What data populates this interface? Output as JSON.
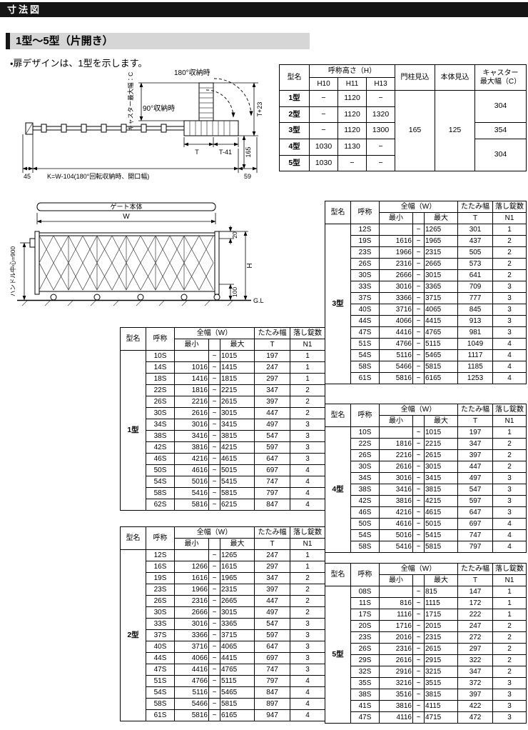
{
  "page": {
    "title": "寸法図",
    "subtitle": "1型～5型（片開き）",
    "note": "・扉デザインは、1型を示します。"
  },
  "spec_table": {
    "headers": {
      "model": "型名",
      "height_group": "呼称高さ（H）",
      "h10": "H10",
      "h11": "H11",
      "h13": "H13",
      "post_depth": "門柱見込",
      "body_depth": "本体見込",
      "caster_width": "キャスター\n最大幅（C）"
    },
    "rows": [
      {
        "model": "1型",
        "h10": "−",
        "h11": "1120",
        "h13": "−"
      },
      {
        "model": "2型",
        "h10": "−",
        "h11": "1120",
        "h13": "1320"
      },
      {
        "model": "3型",
        "h10": "−",
        "h11": "1120",
        "h13": "1300"
      },
      {
        "model": "4型",
        "h10": "1030",
        "h11": "1130",
        "h13": "−"
      },
      {
        "model": "5型",
        "h10": "1030",
        "h11": "−",
        "h13": "−"
      }
    ],
    "post_depth": "165",
    "body_depth": "125",
    "caster_widths": [
      {
        "value": "304"
      },
      {
        "value": "354"
      },
      {
        "value": "304"
      }
    ]
  },
  "diagram_plan": {
    "rot180": "180°収納時",
    "rot90": "90°収納時",
    "caster_max": "キャスター最大幅：C",
    "t_plus_23": "T+23",
    "d165": "165",
    "t": "T",
    "t_minus_41": "T-41",
    "d59": "59",
    "d45": "45",
    "k_formula": "K=W-104(180°回転収納時、開口幅)"
  },
  "diagram_front": {
    "gate_body": "ゲート本体",
    "w": "W",
    "d20": "20",
    "h": "H",
    "d100": "100",
    "gl": "G.L",
    "handle_center": "ハンドル中心=900"
  },
  "size_table_headers": {
    "model": "型名",
    "name": "呼称",
    "width_group": "全幅（W）",
    "min": "最小",
    "max": "最大",
    "tilde": "~",
    "fold_width": "たたみ幅",
    "t": "T",
    "lock_count": "落し錠数",
    "n1": "N1"
  },
  "size_tables": [
    {
      "model": "1型",
      "rows": [
        [
          "10S",
          "",
          "1015",
          "197",
          "1"
        ],
        [
          "14S",
          "1016",
          "1415",
          "247",
          "1"
        ],
        [
          "18S",
          "1416",
          "1815",
          "297",
          "1"
        ],
        [
          "22S",
          "1816",
          "2215",
          "347",
          "2"
        ],
        [
          "26S",
          "2216",
          "2615",
          "397",
          "2"
        ],
        [
          "30S",
          "2616",
          "3015",
          "447",
          "2"
        ],
        [
          "34S",
          "3016",
          "3415",
          "497",
          "3"
        ],
        [
          "38S",
          "3416",
          "3815",
          "547",
          "3"
        ],
        [
          "42S",
          "3816",
          "4215",
          "597",
          "3"
        ],
        [
          "46S",
          "4216",
          "4615",
          "647",
          "3"
        ],
        [
          "50S",
          "4616",
          "5015",
          "697",
          "4"
        ],
        [
          "54S",
          "5016",
          "5415",
          "747",
          "4"
        ],
        [
          "58S",
          "5416",
          "5815",
          "797",
          "4"
        ],
        [
          "62S",
          "5816",
          "6215",
          "847",
          "4"
        ]
      ]
    },
    {
      "model": "2型",
      "rows": [
        [
          "12S",
          "",
          "1265",
          "247",
          "1"
        ],
        [
          "16S",
          "1266",
          "1615",
          "297",
          "1"
        ],
        [
          "19S",
          "1616",
          "1965",
          "347",
          "2"
        ],
        [
          "23S",
          "1966",
          "2315",
          "397",
          "2"
        ],
        [
          "26S",
          "2316",
          "2665",
          "447",
          "2"
        ],
        [
          "30S",
          "2666",
          "3015",
          "497",
          "2"
        ],
        [
          "33S",
          "3016",
          "3365",
          "547",
          "3"
        ],
        [
          "37S",
          "3366",
          "3715",
          "597",
          "3"
        ],
        [
          "40S",
          "3716",
          "4065",
          "647",
          "3"
        ],
        [
          "44S",
          "4066",
          "4415",
          "697",
          "3"
        ],
        [
          "47S",
          "4416",
          "4765",
          "747",
          "3"
        ],
        [
          "51S",
          "4766",
          "5115",
          "797",
          "4"
        ],
        [
          "54S",
          "5116",
          "5465",
          "847",
          "4"
        ],
        [
          "58S",
          "5466",
          "5815",
          "897",
          "4"
        ],
        [
          "61S",
          "5816",
          "6165",
          "947",
          "4"
        ]
      ]
    },
    {
      "model": "3型",
      "rows": [
        [
          "12S",
          "",
          "1265",
          "301",
          "1"
        ],
        [
          "19S",
          "1616",
          "1965",
          "437",
          "2"
        ],
        [
          "23S",
          "1966",
          "2315",
          "505",
          "2"
        ],
        [
          "26S",
          "2316",
          "2665",
          "573",
          "2"
        ],
        [
          "30S",
          "2666",
          "3015",
          "641",
          "2"
        ],
        [
          "33S",
          "3016",
          "3365",
          "709",
          "3"
        ],
        [
          "37S",
          "3366",
          "3715",
          "777",
          "3"
        ],
        [
          "40S",
          "3716",
          "4065",
          "845",
          "3"
        ],
        [
          "44S",
          "4066",
          "4415",
          "913",
          "3"
        ],
        [
          "47S",
          "4416",
          "4765",
          "981",
          "3"
        ],
        [
          "51S",
          "4766",
          "5115",
          "1049",
          "4"
        ],
        [
          "54S",
          "5116",
          "5465",
          "1117",
          "4"
        ],
        [
          "58S",
          "5466",
          "5815",
          "1185",
          "4"
        ],
        [
          "61S",
          "5816",
          "6165",
          "1253",
          "4"
        ]
      ]
    },
    {
      "model": "4型",
      "rows": [
        [
          "10S",
          "",
          "1015",
          "197",
          "1"
        ],
        [
          "22S",
          "1816",
          "2215",
          "347",
          "2"
        ],
        [
          "26S",
          "2216",
          "2615",
          "397",
          "2"
        ],
        [
          "30S",
          "2616",
          "3015",
          "447",
          "2"
        ],
        [
          "34S",
          "3016",
          "3415",
          "497",
          "3"
        ],
        [
          "38S",
          "3416",
          "3815",
          "547",
          "3"
        ],
        [
          "42S",
          "3816",
          "4215",
          "597",
          "3"
        ],
        [
          "46S",
          "4216",
          "4615",
          "647",
          "3"
        ],
        [
          "50S",
          "4616",
          "5015",
          "697",
          "4"
        ],
        [
          "54S",
          "5016",
          "5415",
          "747",
          "4"
        ],
        [
          "58S",
          "5416",
          "5815",
          "797",
          "4"
        ]
      ]
    },
    {
      "model": "5型",
      "rows": [
        [
          "08S",
          "",
          "815",
          "147",
          "1"
        ],
        [
          "11S",
          "816",
          "1115",
          "172",
          "1"
        ],
        [
          "17S",
          "1116",
          "1715",
          "222",
          "1"
        ],
        [
          "20S",
          "1716",
          "2015",
          "247",
          "2"
        ],
        [
          "23S",
          "2016",
          "2315",
          "272",
          "2"
        ],
        [
          "26S",
          "2316",
          "2615",
          "297",
          "2"
        ],
        [
          "29S",
          "2616",
          "2915",
          "322",
          "2"
        ],
        [
          "32S",
          "2916",
          "3215",
          "347",
          "2"
        ],
        [
          "35S",
          "3216",
          "3515",
          "372",
          "3"
        ],
        [
          "38S",
          "3516",
          "3815",
          "397",
          "3"
        ],
        [
          "41S",
          "3816",
          "4115",
          "422",
          "3"
        ],
        [
          "47S",
          "4116",
          "4715",
          "472",
          "3"
        ]
      ]
    }
  ]
}
